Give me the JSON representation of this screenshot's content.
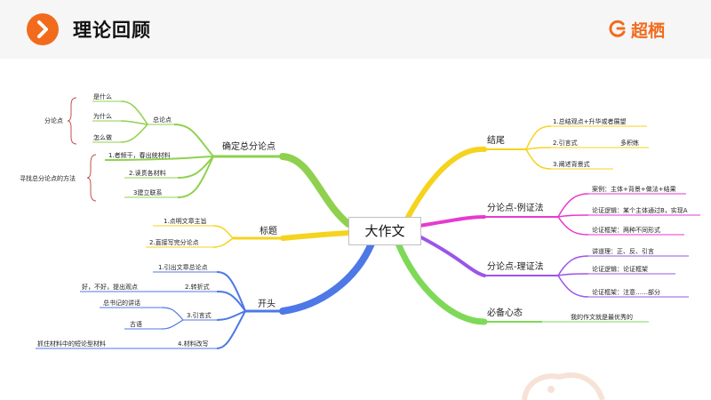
{
  "header": {
    "title": "理论回顾",
    "brand": "超栖"
  },
  "center": "大作文",
  "left": {
    "branch1": {
      "label": "确定总分论点",
      "zong": "总论点",
      "fen": "分论点",
      "q": [
        "是什么",
        "为什么",
        "怎么做"
      ],
      "find_method": "寻找总分论点的方法",
      "methods": [
        "1.者频干，春出统材料",
        "2.读贯各材料",
        "3建立联系"
      ]
    },
    "branch2": {
      "label": "标题",
      "items": [
        "1.点明文章主旨",
        "2.直接写完分论点"
      ]
    },
    "branch3": {
      "label": "开头",
      "items": [
        "1.引出文章总论点",
        "2.转折式",
        "3.引言式",
        "4.材料改写"
      ],
      "zhuanzhe_detail": "好，不好，提出观点",
      "yinyan_details": [
        "总书记的讲话",
        "古语"
      ],
      "gaixie_detail": "抓住材料中的短论型材料"
    }
  },
  "right": {
    "ending": {
      "label": "结尾",
      "items": [
        "1.总结观点+升华或者展望",
        "2.引言式",
        "3.阐述背景式"
      ],
      "yinyan_note": "多积练"
    },
    "example": {
      "label": "分论点-例证法",
      "items": [
        "案例：主体+背景+做法+结果",
        "论证逻辑：某个主体通过B，实现A",
        "论证框架：两种不同形式"
      ]
    },
    "reason": {
      "label": "分论点-理证法",
      "items": [
        "讲道理：正、反、引言",
        "论证逻辑：论证框架",
        "论证框架：注意……部分"
      ]
    },
    "mindset": {
      "label": "必备心态",
      "item": "我的作文就是最优秀的"
    }
  },
  "colors": {
    "brand_orange": "#f26b1d",
    "green": "#8fd14f",
    "yellow": "#f5d31e",
    "magenta": "#e63ad0",
    "purple": "#9b55e8",
    "light_green": "#7ed957",
    "blue": "#4e78e6",
    "bracket": "#c0504d"
  }
}
